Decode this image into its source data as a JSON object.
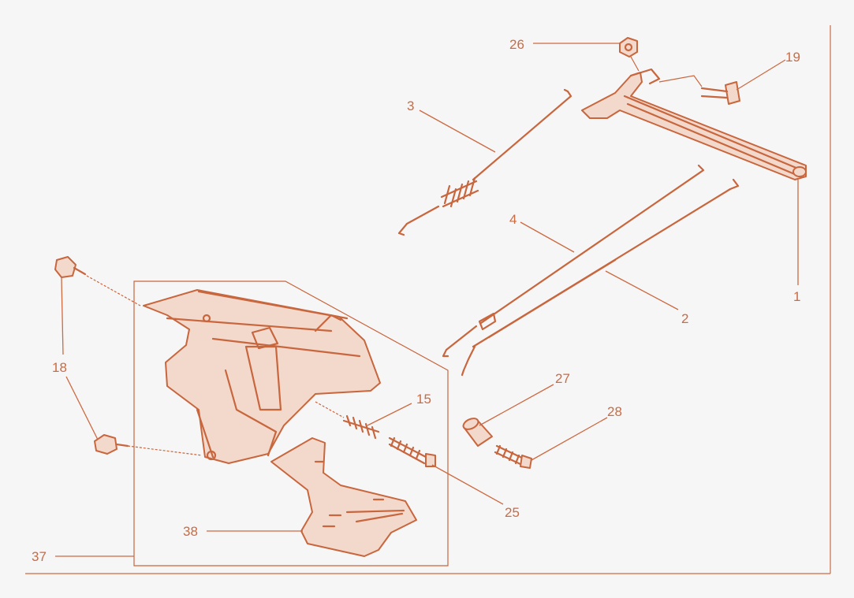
{
  "diagram": {
    "colors": {
      "ink": "#cc6a42",
      "fill": "#f3d9cc",
      "background": "#f6f6f6"
    },
    "callouts": [
      {
        "id": "26",
        "label": "26"
      },
      {
        "id": "19",
        "label": "19"
      },
      {
        "id": "3",
        "label": "3"
      },
      {
        "id": "4",
        "label": "4"
      },
      {
        "id": "2",
        "label": "2"
      },
      {
        "id": "1",
        "label": "1"
      },
      {
        "id": "18",
        "label": "18"
      },
      {
        "id": "27",
        "label": "27"
      },
      {
        "id": "15",
        "label": "15"
      },
      {
        "id": "28",
        "label": "28"
      },
      {
        "id": "25",
        "label": "25"
      },
      {
        "id": "38",
        "label": "38"
      },
      {
        "id": "37",
        "label": "37"
      }
    ]
  }
}
